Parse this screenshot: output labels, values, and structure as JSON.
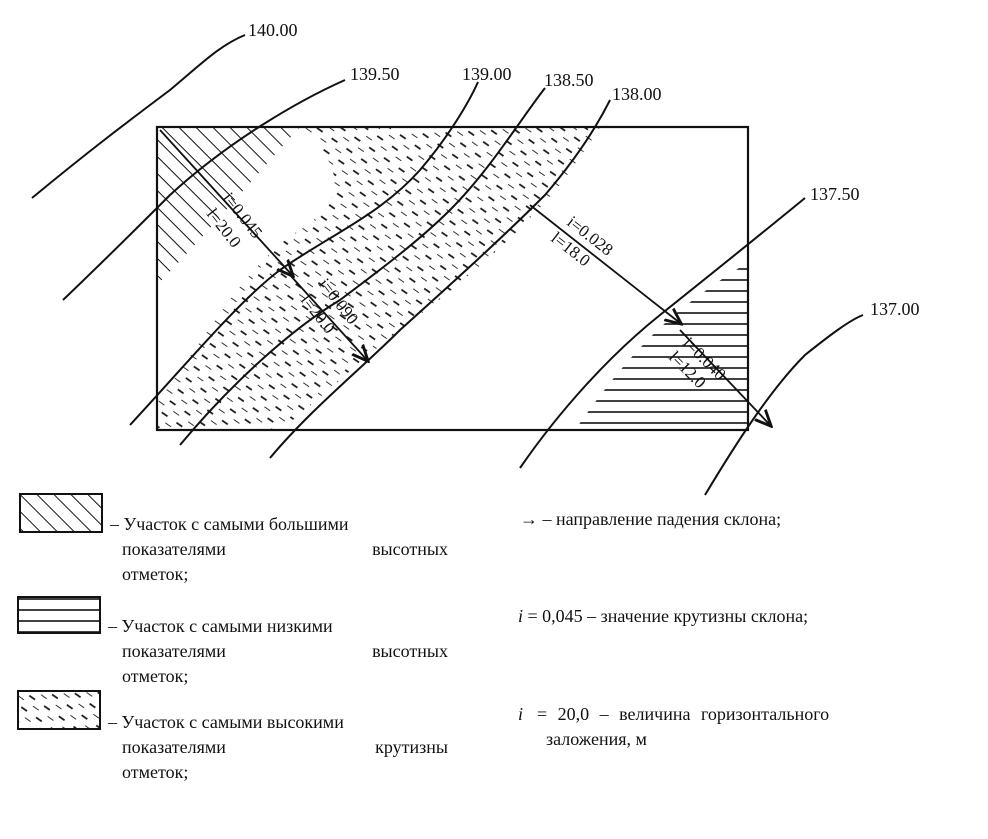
{
  "contours": [
    "140.00",
    "139.50",
    "139.00",
    "138.50",
    "138.00",
    "137.50",
    "137.00"
  ],
  "slope_labels": [
    {
      "i": "i=0.045",
      "l": "l=20.0"
    },
    {
      "i": "i=0.090",
      "l": "l=20.0"
    },
    {
      "i": "i=0.028",
      "l": "l=18.0"
    },
    {
      "i": "i=0.040",
      "l": "l=12.0"
    }
  ],
  "legend": [
    {
      "line1": "– Участок с самыми большими",
      "line2a": "показателями",
      "line2b": "высотных",
      "line3": "отметок;"
    },
    {
      "line1": "– Участок с самыми низкими",
      "line2a": "показателями",
      "line2b": "высотных",
      "line3": "отметок;"
    },
    {
      "line1": "– Участок с самыми высокими",
      "line2a": "показателями",
      "line2b": "крутизны",
      "line3": "отметок;"
    }
  ],
  "notes": {
    "arrow_symbol": "→",
    "arrow_text": "– направление падения склона;",
    "slope_symbol": "i",
    "slope_text": "= 0,045 – значение крутизны склона;",
    "horiz_symbol": "i",
    "horiz_text_1": "= 20,0 – величина горизонтального",
    "horiz_text_2": "заложения, м"
  }
}
